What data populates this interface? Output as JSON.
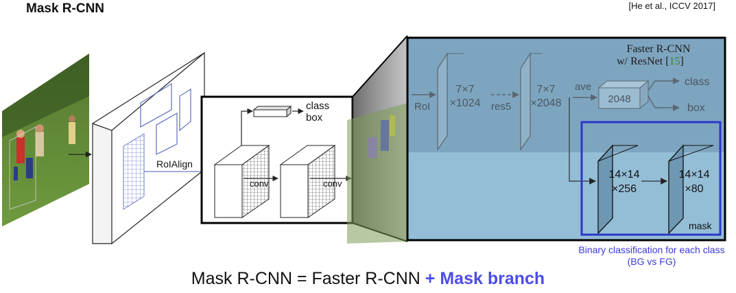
{
  "slide": {
    "title": "Mask R-CNN",
    "citation": "[He et al., ICCV 2017]",
    "equation_left": "Mask R-CNN = Faster R-CNN",
    "equation_right": "+ Mask branch",
    "caption_line1": "Binary classification for each class",
    "caption_line2": "(BG vs FG)"
  },
  "left_pipeline": {
    "roialign_label": "RoIAlign",
    "conv_label_1": "conv",
    "conv_label_2": "conv",
    "class_label": "class",
    "box_label": "box"
  },
  "detail": {
    "header_line1": "Faster R-CNN",
    "header_line2_text": "w/ ResNet [",
    "header_ref": "15",
    "header_line2_end": "]",
    "roi_label": "RoI",
    "block1_line1": "7×7",
    "block1_line2": "×1024",
    "res5_label": "res5",
    "block2_line1": "7×7",
    "block2_line2": "×2048",
    "ave_label": "ave",
    "fc_value": "2048",
    "class_label": "class",
    "box_label": "box",
    "mask_block1_line1": "14×14",
    "mask_block1_line2": "×256",
    "mask_block2_line1": "14×14",
    "mask_block2_line2": "×80",
    "mask_label": "mask"
  },
  "colors": {
    "caption": "#3a3ad8",
    "mask_box": "#2d36c8",
    "panel_top": "#7ea5bf",
    "panel_bottom": "#94bdd6"
  }
}
